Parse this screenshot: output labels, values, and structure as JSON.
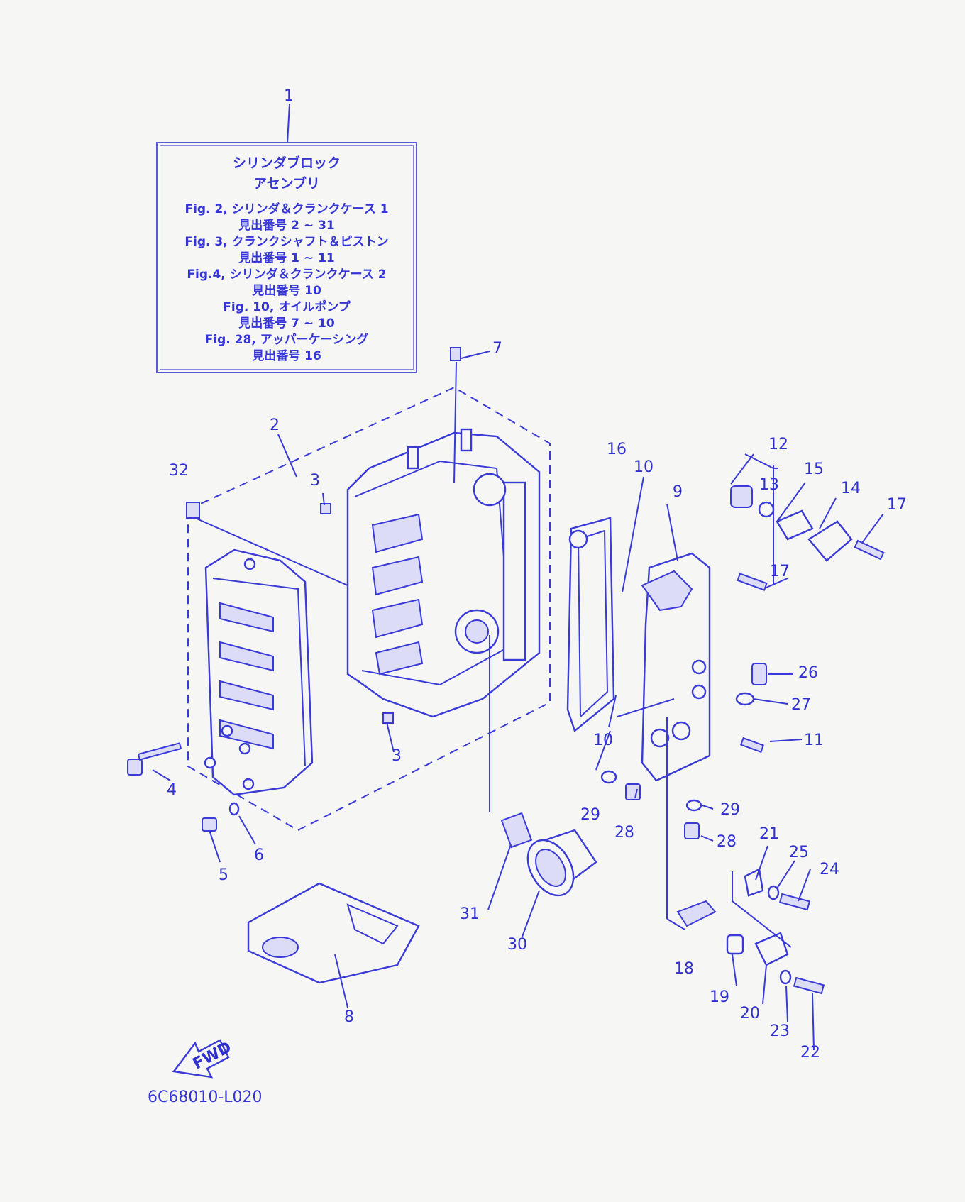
{
  "info_box": {
    "title_line1": "シリンダブロック",
    "title_line2": "アセンブリ",
    "references": [
      {
        "fig": "Fig. 2, シリンダ＆クランクケース 1",
        "range": "見出番号 2 ~ 31"
      },
      {
        "fig": "Fig. 3, クランクシャフト＆ピストン",
        "range": "見出番号 1 ~ 11"
      },
      {
        "fig": "Fig.4, シリンダ＆クランクケース 2",
        "range": "見出番号 10"
      },
      {
        "fig": "Fig. 10, オイルポンプ",
        "range": "見出番号 7 ~ 10"
      },
      {
        "fig": "Fig. 28, アッパーケーシング",
        "range": "見出番号 16"
      }
    ]
  },
  "fwd_label": "FWD",
  "diagram_code": "6C68010-L020",
  "callouts": [
    "1",
    "2",
    "3",
    "3",
    "4",
    "5",
    "6",
    "7",
    "8",
    "9",
    "10",
    "10",
    "11",
    "12",
    "13",
    "14",
    "15",
    "16",
    "17",
    "17",
    "18",
    "19",
    "20",
    "21",
    "22",
    "23",
    "24",
    "25",
    "26",
    "27",
    "28",
    "28",
    "29",
    "29",
    "30",
    "31",
    "32"
  ]
}
